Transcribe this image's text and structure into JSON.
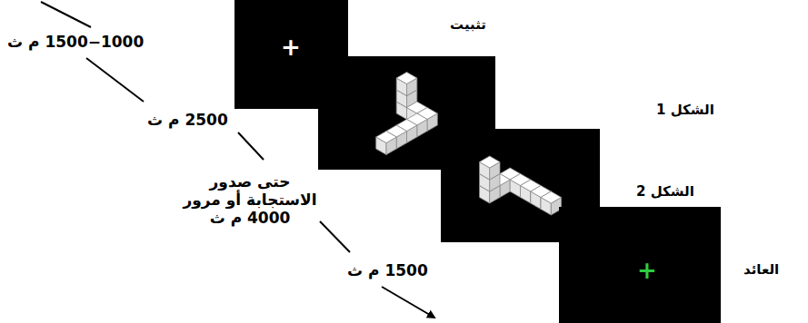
{
  "diagram": {
    "nodes": [
      {
        "text": [
          "تثبيت",
          "+"
        ]
      },
      {
        "text": [
          "الشكل 1"
        ]
      },
      {
        "text": [
          "الشكل 2"
        ]
      },
      {
        "text": [
          "العائد",
          "+"
        ]
      }
    ],
    "labels": [
      "1500−1000 م ث",
      "2500 م ث",
      "حتى صدور الاستجابة أو مرور 4000 م ث",
      "1500 م ث"
    ]
  }
}
